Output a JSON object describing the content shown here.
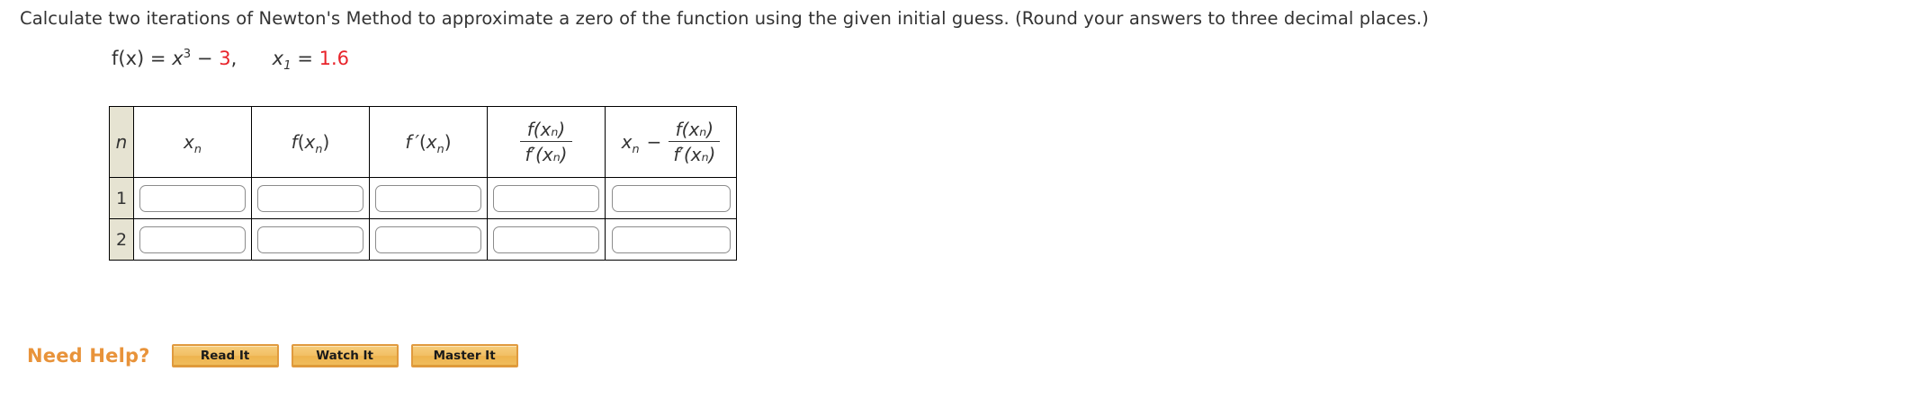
{
  "prompt": {
    "text": "Calculate two iterations of Newton's Method to approximate a zero of the function using the given initial guess. (Round your answers to three decimal places.)"
  },
  "equation": {
    "fx_label": "f(x)",
    "equals": "=",
    "base": "x",
    "exponent": "3",
    "minus": "−",
    "constant": "3",
    "comma": ",",
    "x_var": "x",
    "x_sub": "1",
    "equals2": "=",
    "initial_guess": "1.6",
    "constant_color": "#e8232a"
  },
  "table": {
    "headers": {
      "n": "n",
      "xn": {
        "base": "x",
        "sub": "n"
      },
      "fxn": {
        "f": "f",
        "open": "(",
        "base": "x",
        "sub": "n",
        "close": ")"
      },
      "fpxn": {
        "f": "f ′",
        "open": "(",
        "base": "x",
        "sub": "n",
        "close": ")"
      },
      "fraction": {
        "numerator": "f(xₙ)",
        "denominator": "f′(xₙ)"
      },
      "xn_minus_fraction": {
        "lead_base": "x",
        "lead_sub": "n",
        "operator": "−",
        "numerator": "f(xₙ)",
        "denominator": "f′(xₙ)"
      }
    },
    "rows": [
      {
        "n": "1",
        "cells": [
          {
            "value": "",
            "placeholder": ""
          },
          {
            "value": "",
            "placeholder": ""
          },
          {
            "value": "",
            "placeholder": ""
          },
          {
            "value": "",
            "placeholder": ""
          },
          {
            "value": "",
            "placeholder": ""
          }
        ]
      },
      {
        "n": "2",
        "cells": [
          {
            "value": "",
            "placeholder": ""
          },
          {
            "value": "",
            "placeholder": ""
          },
          {
            "value": "",
            "placeholder": ""
          },
          {
            "value": "",
            "placeholder": ""
          },
          {
            "value": "",
            "placeholder": ""
          }
        ]
      }
    ],
    "index_column_bg": "#e6e3d2"
  },
  "help": {
    "label": "Need Help?",
    "label_color": "#e8933a",
    "buttons": [
      {
        "label": "Read It"
      },
      {
        "label": "Watch It"
      },
      {
        "label": "Master It"
      }
    ]
  }
}
